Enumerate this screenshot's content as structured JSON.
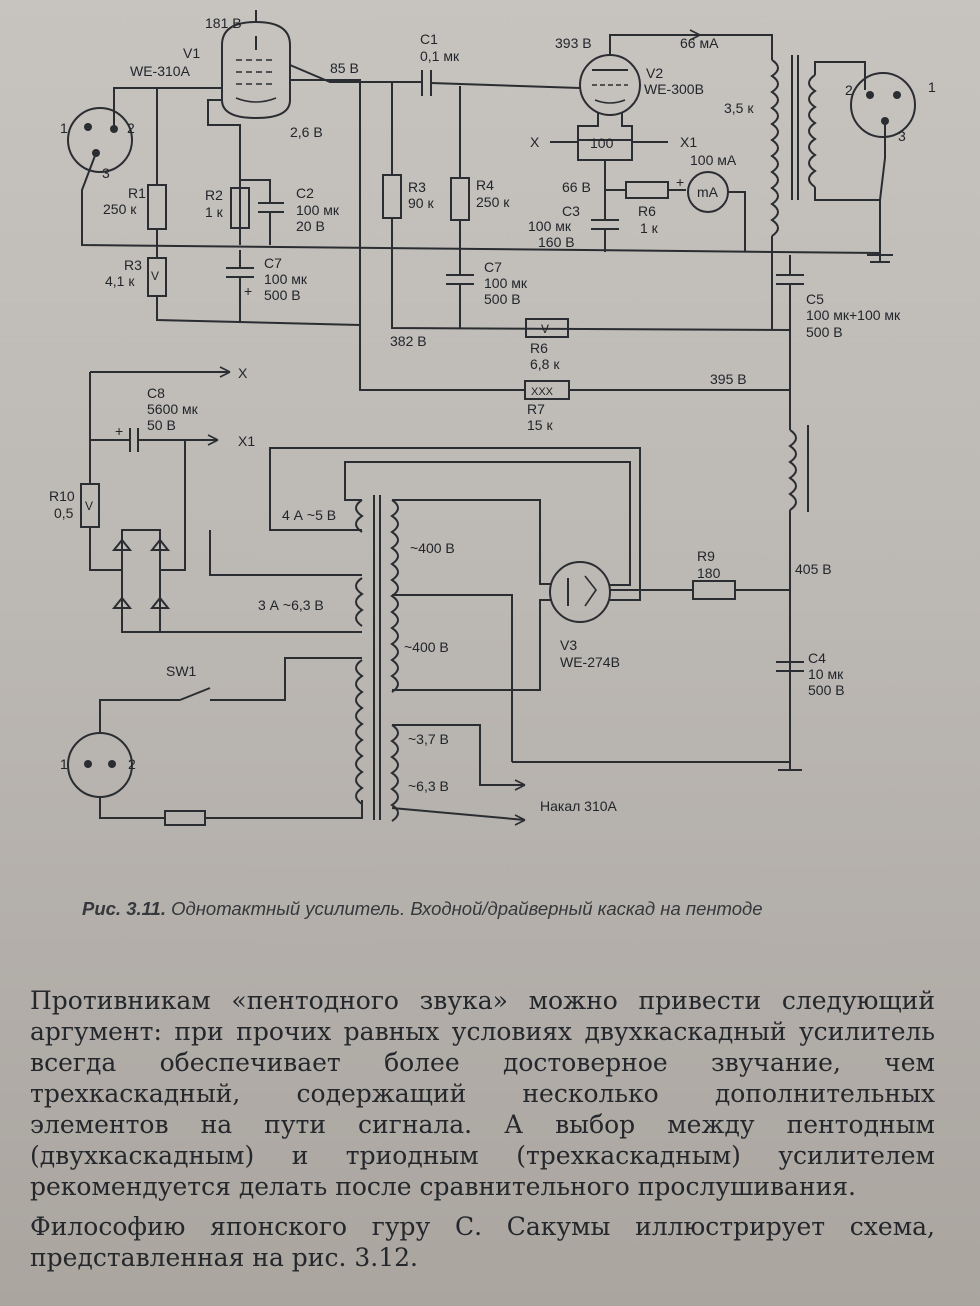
{
  "figure": {
    "labels": {
      "v1_anode_voltage": "181 В",
      "v1_name": "V1",
      "v1_type": "WE-310A",
      "screen_voltage": "85 В",
      "cathode_voltage": "2,6 В",
      "c1_name": "C1",
      "c1_value": "0,1 мк",
      "v2_anode_voltage": "393 В",
      "v2_current": "66 мА",
      "v2_name": "V2",
      "v2_type": "WE-300B",
      "ot_impedance": "3,5 к",
      "pot_value": "100",
      "x_label": "X",
      "x1_label": "X1",
      "meter_current": "100 мА",
      "meter_symbol": "mA",
      "v2_cathode_voltage": "66 В",
      "c3_name": "C3",
      "c3_value": "100 мк",
      "c3_voltage": "160 В",
      "r6_name": "R6",
      "r6_value": "1 к",
      "r1_name": "R1",
      "r1_value": "250 к",
      "r2_name": "R2",
      "r2_value": "1 к",
      "c2_name": "C2",
      "c2_value": "100 мк",
      "c2_voltage": "20 В",
      "r3_name": "R3",
      "r3_value": "4,1 к",
      "c7_name": "C7",
      "c7_value": "100 мк",
      "c7_voltage": "500 В",
      "r3b_name": "R3",
      "r3b_value": "90 к",
      "r4_name": "R4",
      "r4_value": "250 к",
      "c7b_name": "C7",
      "c7b_value": "100 мк",
      "c7b_voltage": "500 В",
      "c5_name": "C5",
      "c5_value": "100 мк+100 мк",
      "c5_voltage": "500 В",
      "node_382": "382 В",
      "r6b_name": "R6",
      "r6b_value": "6,8 к",
      "node_395": "395 В",
      "r7_name": "R7",
      "r7_value": "15 к",
      "c8_name": "C8",
      "c8_value": "5600 мк",
      "c8_voltage": "50 В",
      "x_out": "X",
      "x1_out": "X1",
      "r10_name": "R10",
      "r10_value": "0,5",
      "win_4a": "4 А ~5 В",
      "win_400a": "~400 В",
      "win_3a": "3 А  ~6,3 В",
      "win_400b": "~400 В",
      "win_37": "~3,7 В",
      "win_63": "~6,3 В",
      "v3_name": "V3",
      "v3_type": "WE-274B",
      "r9_name": "R9",
      "r9_value": "180",
      "node_405": "405 В",
      "c4_name": "C4",
      "c4_value": "10 мк",
      "c4_voltage": "500 В",
      "sw1": "SW1",
      "heater_out": "Накал 310А",
      "pin1": "1",
      "pin2": "2",
      "pin3": "3",
      "slider_v": "V",
      "r7_mark": "XXX",
      "plus": "+"
    }
  },
  "caption": {
    "number": "Рис. 3.11.",
    "text": "Однотактный усилитель. Входной/драйверный каскад на пентоде"
  },
  "paragraphs": [
    "Противникам «пентодного звука» можно привести следующий аргумент: при прочих равных условиях двухкаскадный усилитель всегда обеспечивает более достоверное звучание, чем трехкаскадный, содержащий несколько дополнительных элементов на пути сигнала. А выбор между пентодным (двухкаскадным) и триодным (трехкаскадным) усилителем рекомендуется делать после сравнительного прослушивания.",
    "Философию японского гуру С. Сакумы иллюстрирует схема, представленная на рис. 3.12."
  ]
}
